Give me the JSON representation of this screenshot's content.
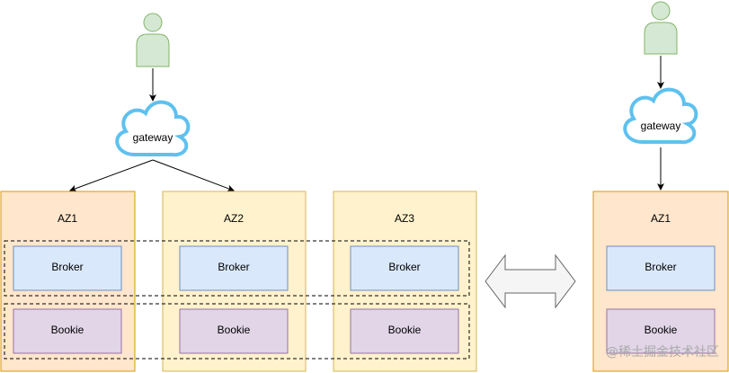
{
  "left": {
    "gateway_label": "gateway",
    "zones": [
      {
        "label": "AZ1",
        "broker_label": "Broker",
        "bookie_label": "Bookie"
      },
      {
        "label": "AZ2",
        "broker_label": "Broker",
        "bookie_label": "Bookie"
      },
      {
        "label": "AZ3",
        "broker_label": "Broker",
        "bookie_label": "Bookie"
      }
    ]
  },
  "right": {
    "gateway_label": "gateway",
    "zone": {
      "label": "AZ1",
      "broker_label": "Broker",
      "bookie_label": "Bookie"
    }
  },
  "watermark": "@稀土掘金技术社区",
  "colors": {
    "user_fill": "#d5e8d4",
    "user_stroke": "#82b366",
    "cloud_stroke": "#5ec1ef",
    "az1_fill": "#ffe6cc",
    "az1_stroke": "#d79b00",
    "az_fill": "#fff2cc",
    "az_stroke": "#d6b656",
    "broker_fill": "#dae8fc",
    "broker_stroke": "#6c8ebf",
    "bookie_fill": "#e1d5e7",
    "bookie_stroke": "#9673a6",
    "arrow_fill": "#f5f5f5",
    "arrow_stroke": "#666666"
  },
  "icons": [
    "user-icon",
    "cloud-icon",
    "double-arrow-icon"
  ]
}
